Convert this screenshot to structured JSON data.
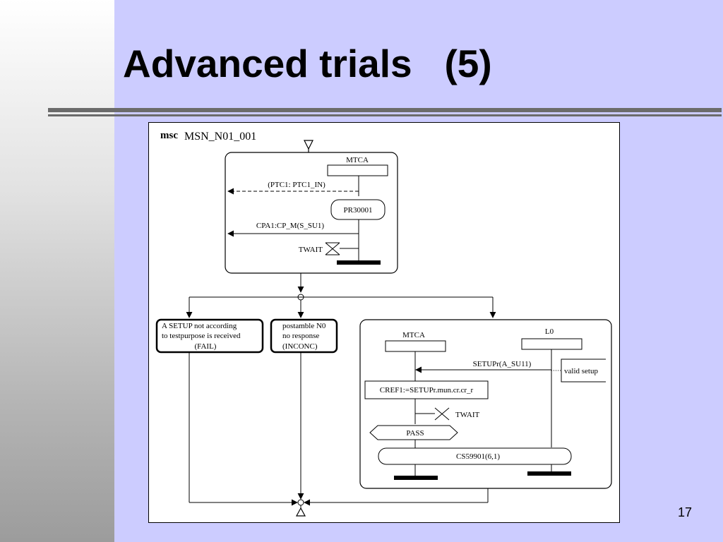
{
  "slide": {
    "title": "Advanced trials   (5)",
    "page_number": "17"
  },
  "diagram": {
    "keyword": "msc",
    "name": "MSN_N01_001",
    "top_block": {
      "instance": "MTCA",
      "message_ptc": "(PTC1: PTC1_IN)",
      "action": "PR30001",
      "message_cpa": "CPA1:CP_M(S_SU1)",
      "timer": "TWAIT"
    },
    "fail_box": {
      "line1": "A SETUP  not according",
      "line2": "to testpurpose is received",
      "line3": "(FAIL)"
    },
    "inconc_box": {
      "line1": "postamble N0",
      "line2": "no response",
      "line3": "(INCONC)"
    },
    "pass_block": {
      "instance_a": "MTCA",
      "instance_b": "L0",
      "message": "SETUPr(A_SU11)",
      "comment": "valid setup",
      "assignment": "CREF1:=SETUPr.mun.cr.cr_r",
      "timer": "TWAIT",
      "verdict": "PASS",
      "reference": "CS59901(6,1)"
    }
  }
}
